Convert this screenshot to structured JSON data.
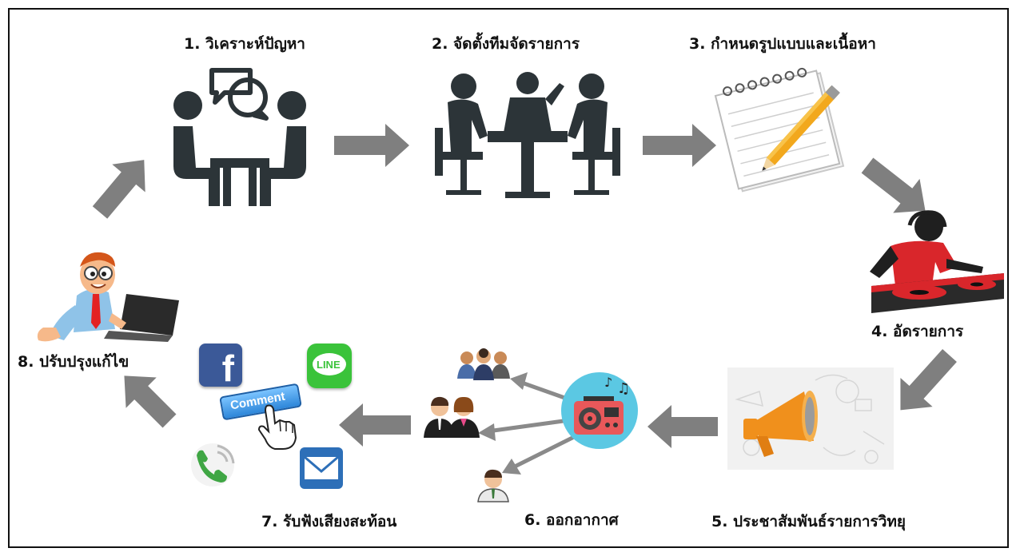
{
  "steps": [
    {
      "label": "1. วิเคราะห์ปัญหา"
    },
    {
      "label": "2. จัดตั้งทีมจัดรายการ"
    },
    {
      "label": "3. กำหนดรูปแบบและเนื้อหา"
    },
    {
      "label": "4. อัดรายการ"
    },
    {
      "label": "5. ประชาสัมพันธ์รายการวิทยุ"
    },
    {
      "label": "6. ออกอากาศ"
    },
    {
      "label": "7. รับฟังเสียงสะท้อน"
    },
    {
      "label": "8. ปรับปรุงแก้ไข"
    }
  ],
  "icons": {
    "facebook": "f",
    "line": "LINE",
    "comment": "Comment"
  },
  "colors": {
    "arrow": "#7f7f7f",
    "icon_dark": "#2c3438",
    "radio_circle": "#5bc8e3",
    "radio_body": "#e8585a",
    "dj_shirt": "#d9262b",
    "facebook": "#3b5998",
    "line": "#3ac33a",
    "mail": "#2d6fb8"
  }
}
